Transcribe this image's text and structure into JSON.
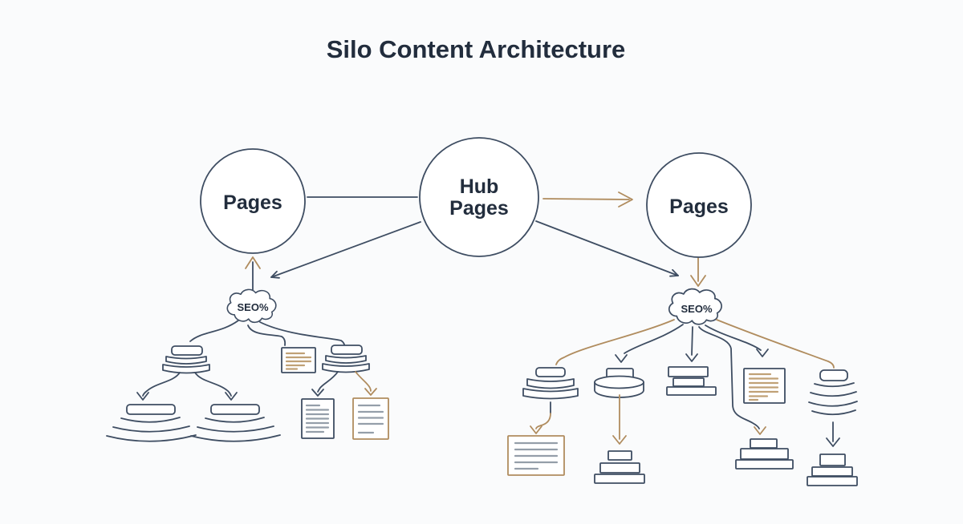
{
  "title": "Silo Content Architecture",
  "nodes": {
    "left_pages": {
      "label": "Pages"
    },
    "hub_pages": {
      "line1": "Hub",
      "line2": "Pages"
    },
    "right_pages": {
      "label": "Pages"
    },
    "left_seo": {
      "label": "SEO%"
    },
    "right_seo": {
      "label": "SEO%"
    }
  },
  "colors": {
    "navy_outline": "#3e4d62",
    "navy_text": "#222d3d",
    "tan_accent": "#b08c5e",
    "tan_doc_lines": "#c0a176",
    "gray_doc_lines": "#949ea9",
    "background": "#fafbfc"
  }
}
